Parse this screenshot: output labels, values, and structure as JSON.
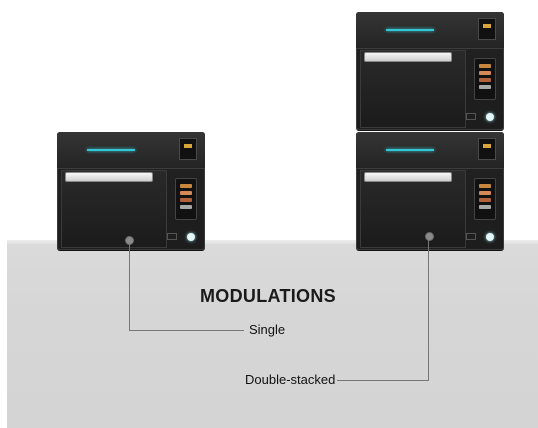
{
  "heading": "MODULATIONS",
  "labels": {
    "single": "Single",
    "double": "Double-stacked"
  },
  "colors": {
    "platform": "#d6d6d6",
    "oven_body": "#1d1d1d",
    "accent_teal": "#35c6d6",
    "leader_line": "#777777"
  }
}
